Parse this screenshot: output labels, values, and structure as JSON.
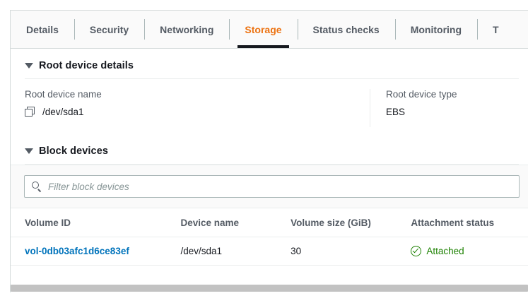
{
  "tabs": [
    {
      "label": "Details",
      "active": false
    },
    {
      "label": "Security",
      "active": false
    },
    {
      "label": "Networking",
      "active": false
    },
    {
      "label": "Storage",
      "active": true
    },
    {
      "label": "Status checks",
      "active": false
    },
    {
      "label": "Monitoring",
      "active": false
    },
    {
      "label": "T",
      "active": false
    }
  ],
  "root_device_details": {
    "heading": "Root device details",
    "name_label": "Root device name",
    "name_value": "/dev/sda1",
    "type_label": "Root device type",
    "type_value": "EBS"
  },
  "block_devices": {
    "heading": "Block devices",
    "filter_placeholder": "Filter block devices",
    "columns": [
      "Volume ID",
      "Device name",
      "Volume size (GiB)",
      "Attachment status"
    ],
    "rows": [
      {
        "volume_id": "vol-0db03afc1d6ce83ef",
        "device_name": "/dev/sda1",
        "volume_size": "30",
        "attachment_status": "Attached"
      }
    ]
  },
  "colors": {
    "accent_orange": "#ec7211",
    "link_blue": "#0073bb",
    "status_green": "#1d8102",
    "active_tab_underline": "#16191f",
    "border": "#d5dbdb"
  }
}
